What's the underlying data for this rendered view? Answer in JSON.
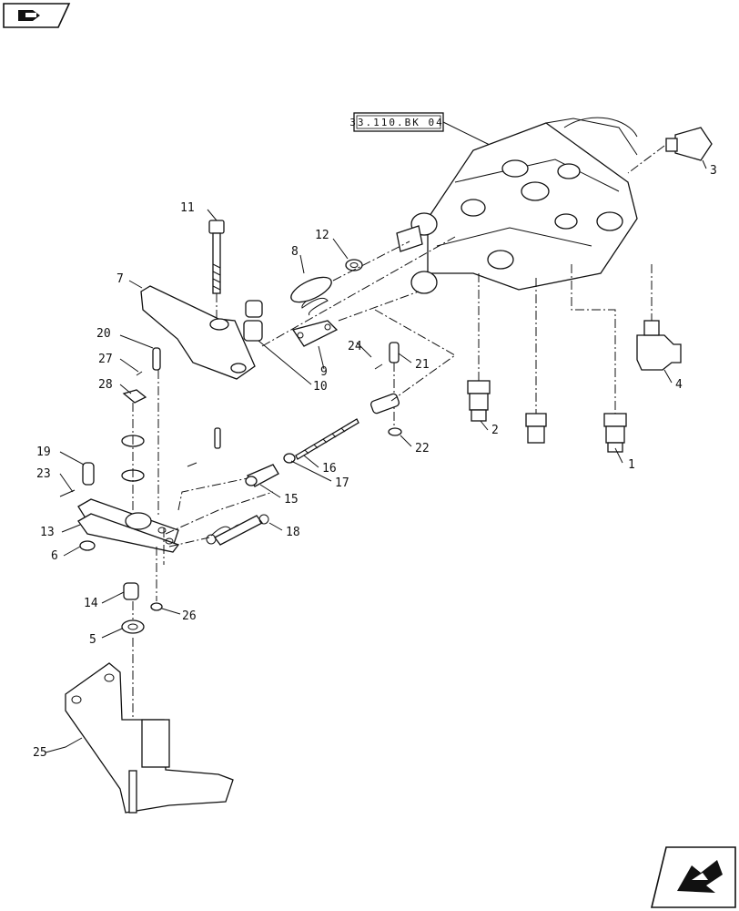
{
  "navigation": {
    "prev_icon": "back-arrow-icon",
    "next_icon": "forward-arrow-icon"
  },
  "reference_box": {
    "label": "33.110.BK 04"
  },
  "callouts": [
    "1",
    "2",
    "3",
    "4",
    "5",
    "6",
    "7",
    "8",
    "9",
    "10",
    "11",
    "12",
    "13",
    "14",
    "15",
    "16",
    "17",
    "18",
    "19",
    "20",
    "21",
    "22",
    "23",
    "24",
    "25",
    "26",
    "27",
    "28"
  ]
}
